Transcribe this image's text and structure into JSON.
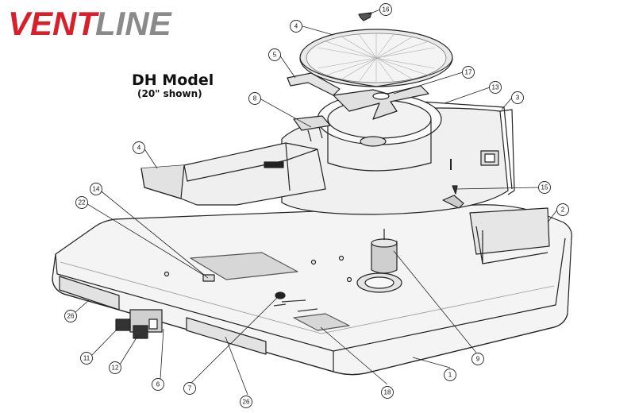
{
  "brand": {
    "logo_text": "VENTLINE",
    "logo_color": "#d6202b",
    "logo_accent": "#8a8a8a"
  },
  "model": {
    "title": "DH Model",
    "subtitle": "(20\" shown)"
  },
  "callouts": [
    {
      "num": "16"
    },
    {
      "num": "4"
    },
    {
      "num": "5"
    },
    {
      "num": "17"
    },
    {
      "num": "13"
    },
    {
      "num": "3"
    },
    {
      "num": "8"
    },
    {
      "num": "4"
    },
    {
      "num": "15"
    },
    {
      "num": "14"
    },
    {
      "num": "22"
    },
    {
      "num": "2"
    },
    {
      "num": "26"
    },
    {
      "num": "11"
    },
    {
      "num": "12"
    },
    {
      "num": "6"
    },
    {
      "num": "7"
    },
    {
      "num": "26"
    },
    {
      "num": "18"
    },
    {
      "num": "9"
    },
    {
      "num": "1"
    }
  ]
}
